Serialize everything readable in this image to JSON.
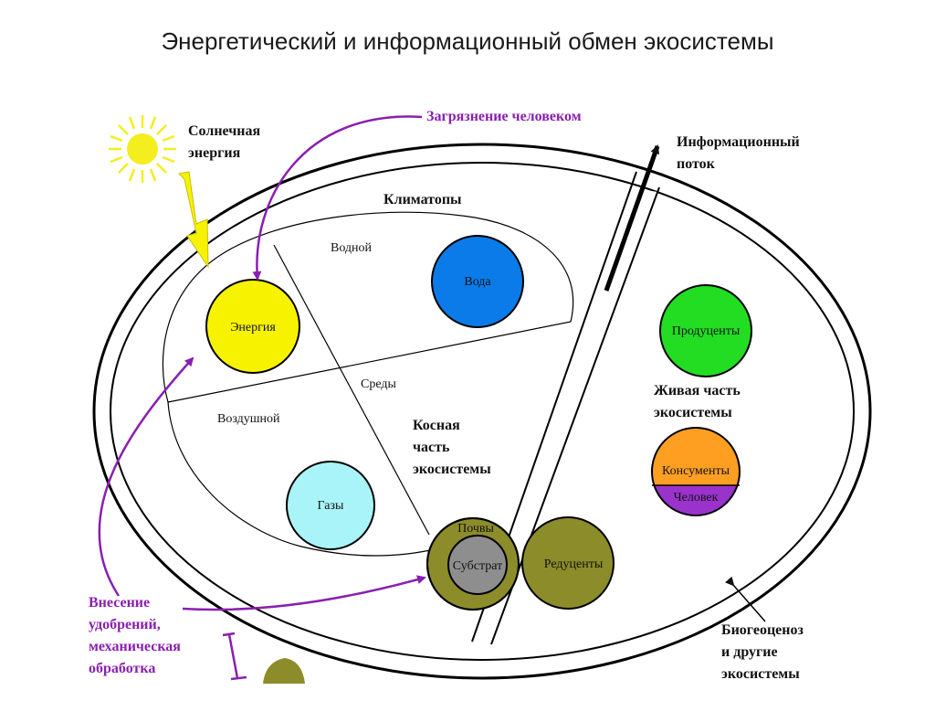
{
  "title": "Энергетический и информационный обмен экосистемы",
  "labels": {
    "solar_1": "Солнечная",
    "solar_2": "энергия",
    "pollution": "Загрязнение человеком",
    "info_flow_1": "Информационный",
    "info_flow_2": "поток",
    "climatopes": "Климатопы",
    "water_env": "Водной",
    "media": "Среды",
    "air_env": "Воздушной",
    "inert_1": "Косная",
    "inert_2": "часть",
    "inert_3": "экосистемы",
    "living_1": "Живая часть",
    "living_2": "экосистемы",
    "fertilizer_1": "Внесение",
    "fertilizer_2": "удобрений,",
    "fertilizer_3": "механическая",
    "fertilizer_4": "обработка",
    "biogeo_1": "Биогеоценоз",
    "biogeo_2": "и другие",
    "biogeo_3": "экосистемы"
  },
  "nodes": {
    "energy": "Энергия",
    "water": "Вода",
    "gases": "Газы",
    "soils": "Почвы",
    "substrate": "Субстрат",
    "reducers": "Редуценты",
    "producers": "Продуценты",
    "consumers": "Консументы",
    "human": "Человек"
  },
  "colors": {
    "energy": "#f7f200",
    "water": "#0a7be8",
    "gases": "#a9f4f8",
    "soil": "#8c8c2a",
    "substrate": "#8e8e8e",
    "producers": "#22dd22",
    "consumers": "#ff9f22",
    "human": "#9933cc",
    "purple_arrow": "#8a1fb0",
    "sun": "#f4ee1e"
  }
}
